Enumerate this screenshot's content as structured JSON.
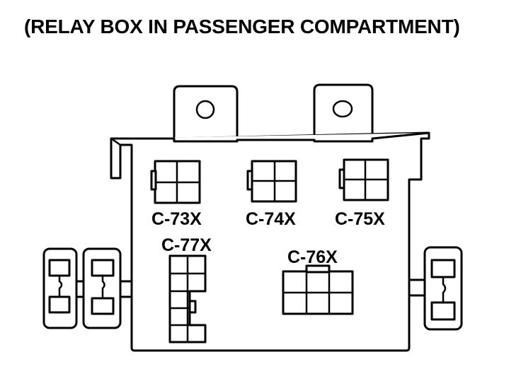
{
  "title": "(RELAY BOX IN PASSENGER COMPARTMENT)",
  "connectors": {
    "c73": "C-73X",
    "c74": "C-74X",
    "c75": "C-75X",
    "c76": "C-76X",
    "c77": "C-77X"
  },
  "colors": {
    "line": "#000000",
    "background": "#ffffff"
  }
}
